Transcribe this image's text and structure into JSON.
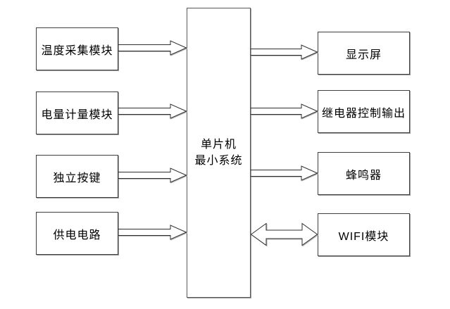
{
  "diagram": {
    "type": "block-diagram",
    "background": "#ffffff",
    "line_color": "#3f3f3f",
    "shadow_color": "#9b9b9b",
    "text_color": "#000000",
    "center": {
      "id": "mcu-minimal-system",
      "lines": [
        "单片机",
        "最小系统"
      ]
    },
    "left": [
      {
        "id": "temperature-module",
        "label": "温度采集模块"
      },
      {
        "id": "power-metering-module",
        "label": "电量计量模块"
      },
      {
        "id": "independent-keys",
        "label": "独立按键"
      },
      {
        "id": "power-supply-circuit",
        "label": "供电电路"
      }
    ],
    "right": [
      {
        "id": "display-screen",
        "label": "显示屏"
      },
      {
        "id": "relay-control-output",
        "label": "继电器控制输出"
      },
      {
        "id": "buzzer",
        "label": "蜂鸣器"
      },
      {
        "id": "wifi-module",
        "label": "WIFI模块"
      }
    ],
    "connections": [
      {
        "from": "温度采集模块",
        "to": "单片机最小系统",
        "style": "hollow-block-arrow",
        "direction": "right"
      },
      {
        "from": "电量计量模块",
        "to": "单片机最小系统",
        "style": "hollow-block-arrow",
        "direction": "right"
      },
      {
        "from": "独立按键",
        "to": "单片机最小系统",
        "style": "hollow-block-arrow",
        "direction": "right"
      },
      {
        "from": "供电电路",
        "to": "单片机最小系统",
        "style": "hollow-block-arrow",
        "direction": "right"
      },
      {
        "from": "单片机最小系统",
        "to": "显示屏",
        "style": "hollow-block-arrow",
        "direction": "right"
      },
      {
        "from": "单片机最小系统",
        "to": "继电器控制输出",
        "style": "hollow-block-arrow",
        "direction": "right"
      },
      {
        "from": "单片机最小系统",
        "to": "蜂鸣器",
        "style": "hollow-block-arrow",
        "direction": "right"
      },
      {
        "from": "单片机最小系统",
        "to": "WIFI模块",
        "style": "hollow-block-arrow",
        "direction": "both"
      }
    ]
  }
}
